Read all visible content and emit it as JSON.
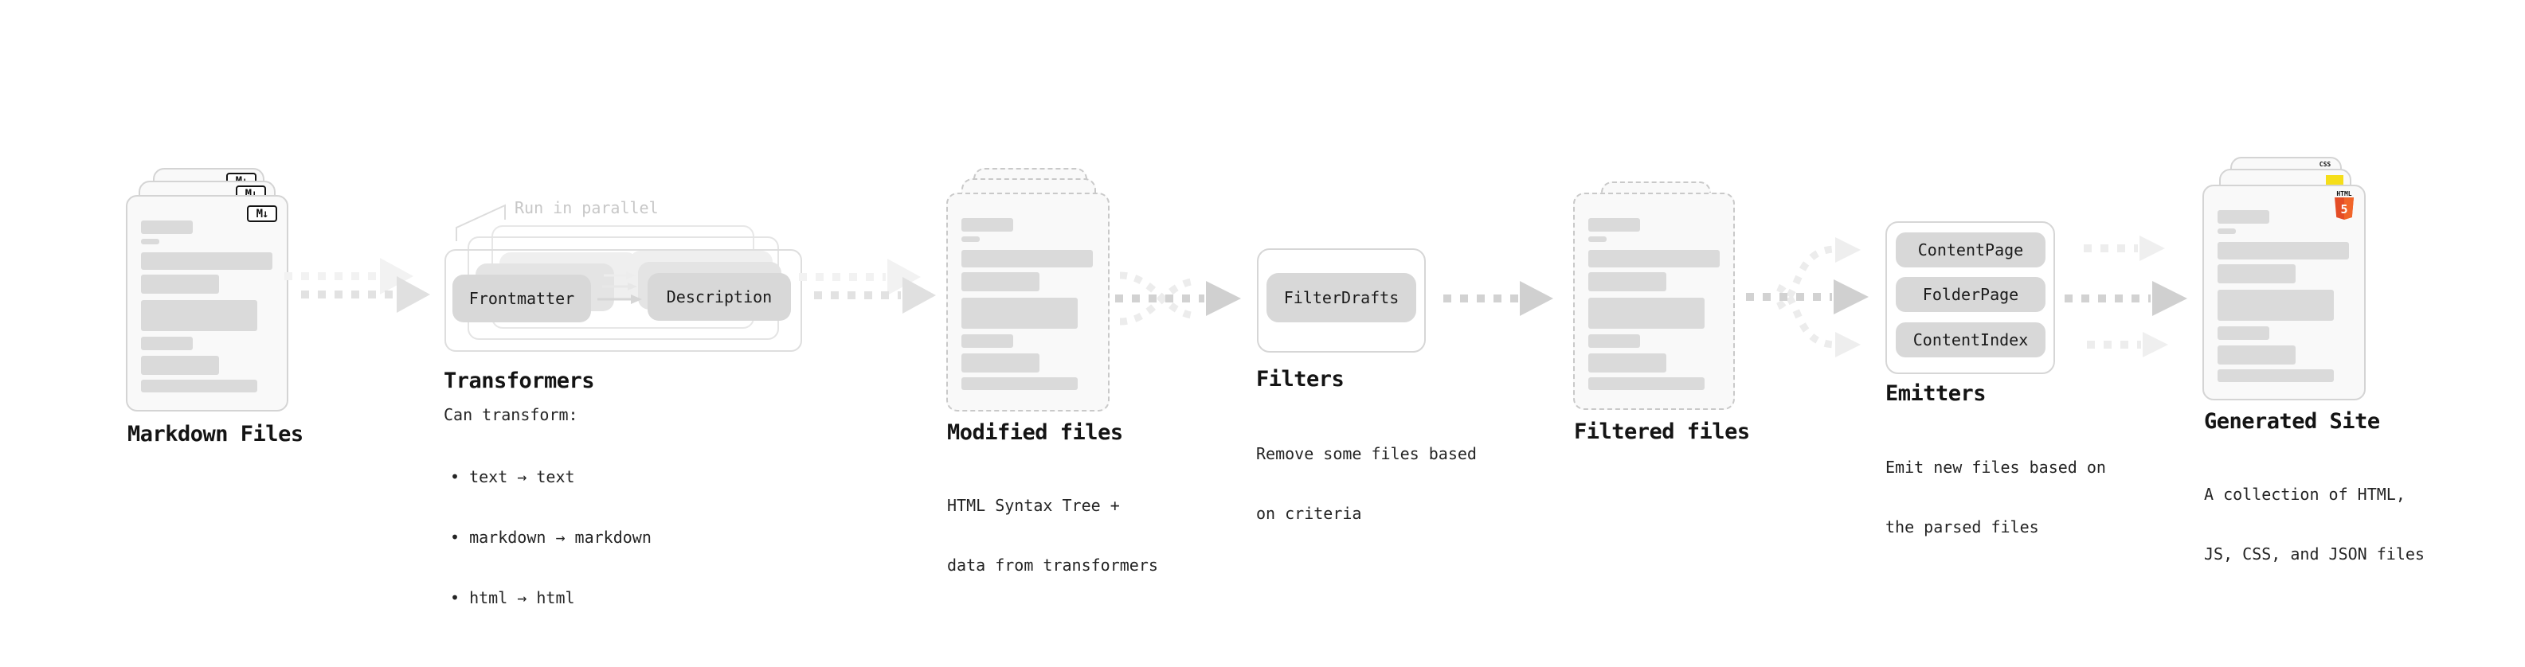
{
  "annotation": {
    "label": "Run in parallel"
  },
  "icons": {
    "markdown_badge": "M↓",
    "html5_label": "HTML",
    "html5_number": "5",
    "css_label": "CSS"
  },
  "stages": {
    "markdown": {
      "title": "Markdown Files"
    },
    "transformers": {
      "title": "Transformers",
      "desc_heading": "Can transform:",
      "bullets": [
        "• text → text",
        "• markdown → markdown",
        "• html → html"
      ],
      "nodes": [
        "Frontmatter",
        "Description"
      ]
    },
    "modified": {
      "title": "Modified files",
      "desc": [
        "HTML Syntax Tree +",
        "data from transformers"
      ]
    },
    "filters": {
      "title": "Filters",
      "desc": [
        "Remove some files based",
        "on criteria"
      ],
      "nodes": [
        "FilterDrafts"
      ]
    },
    "filtered": {
      "title": "Filtered files"
    },
    "emitters": {
      "title": "Emitters",
      "desc": [
        "Emit new files based on",
        "the parsed files"
      ],
      "nodes": [
        "ContentPage",
        "FolderPage",
        "ContentIndex"
      ]
    },
    "generated": {
      "title": "Generated Site",
      "desc": [
        "A collection of HTML,",
        "JS, CSS, and JSON files"
      ]
    }
  },
  "colors": {
    "html5_orange": "#e44d26",
    "html5_orange_light": "#f16529",
    "js_yellow": "#f5de19",
    "css_blue": "#2f6bf2",
    "arrow_dark": "#d0d0d0",
    "arrow_light": "#ececec"
  }
}
